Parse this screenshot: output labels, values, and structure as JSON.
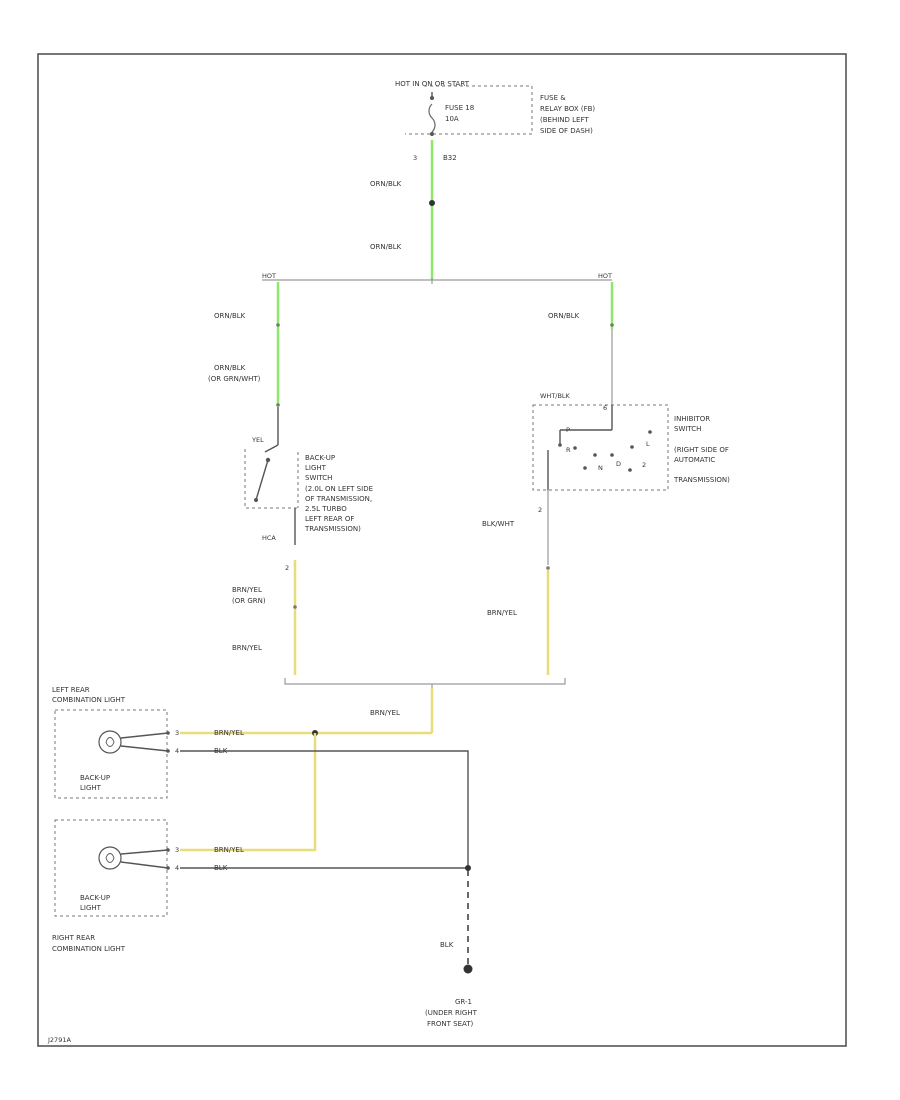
{
  "hot_label": "HOT IN ON OR START",
  "fuse": {
    "line1": "FUSE 18",
    "line2": "10A"
  },
  "fuse_box": {
    "line1": "FUSE &",
    "line2": "RELAY BOX (FB)",
    "line3": "(BEHIND LEFT",
    "line4": "SIDE OF DASH)"
  },
  "splice_a": {
    "pin": "3",
    "connector": "B32"
  },
  "wire_or_bl": "ORN/BLK",
  "wire_or_bl_alt": "(OR GRN/WHT)",
  "hot_left": "HOT",
  "hot_right": "HOT",
  "backup_switch": {
    "term_top": "YEL",
    "term_bottom": "HCA",
    "pin": "2",
    "lines": [
      "BACK-UP",
      "LIGHT",
      "SWITCH",
      "(2.0L ON LEFT SIDE",
      "OF TRANSMISSION,",
      "2.5L TURBO",
      "LEFT REAR OF",
      "TRANSMISSION)"
    ]
  },
  "inhibitor_switch": {
    "wire_top": "WHT/BLK",
    "pin_top": "6",
    "pin_bottom": "2",
    "lines": [
      "INHIBITOR",
      "SWITCH",
      "(RIGHT SIDE OF",
      "AUTOMATIC",
      "TRANSMISSION)"
    ],
    "positions": [
      "P",
      "R",
      "N",
      "D",
      "2",
      "L"
    ]
  },
  "wire_blk_wht": "BLK/WHT",
  "wire_brn_yel": "BRN/YEL",
  "wire_brn_yel_alt": "(OR GRN)",
  "wire_blk": "BLK",
  "left_rear": {
    "title1": "LEFT REAR",
    "title2": "COMBINATION LIGHT",
    "lamp1": "BACK-UP",
    "lamp2": "LIGHT",
    "pin1": "3",
    "pin2": "4"
  },
  "right_rear": {
    "title1": "RIGHT REAR",
    "title2": "COMBINATION LIGHT",
    "lamp1": "BACK-UP",
    "lamp2": "LIGHT",
    "pin1": "3",
    "pin2": "4"
  },
  "ground": {
    "id": "GR-1",
    "line1": "(UNDER RIGHT",
    "line2": "FRONT SEAT)"
  },
  "figure_id": "J2791A"
}
